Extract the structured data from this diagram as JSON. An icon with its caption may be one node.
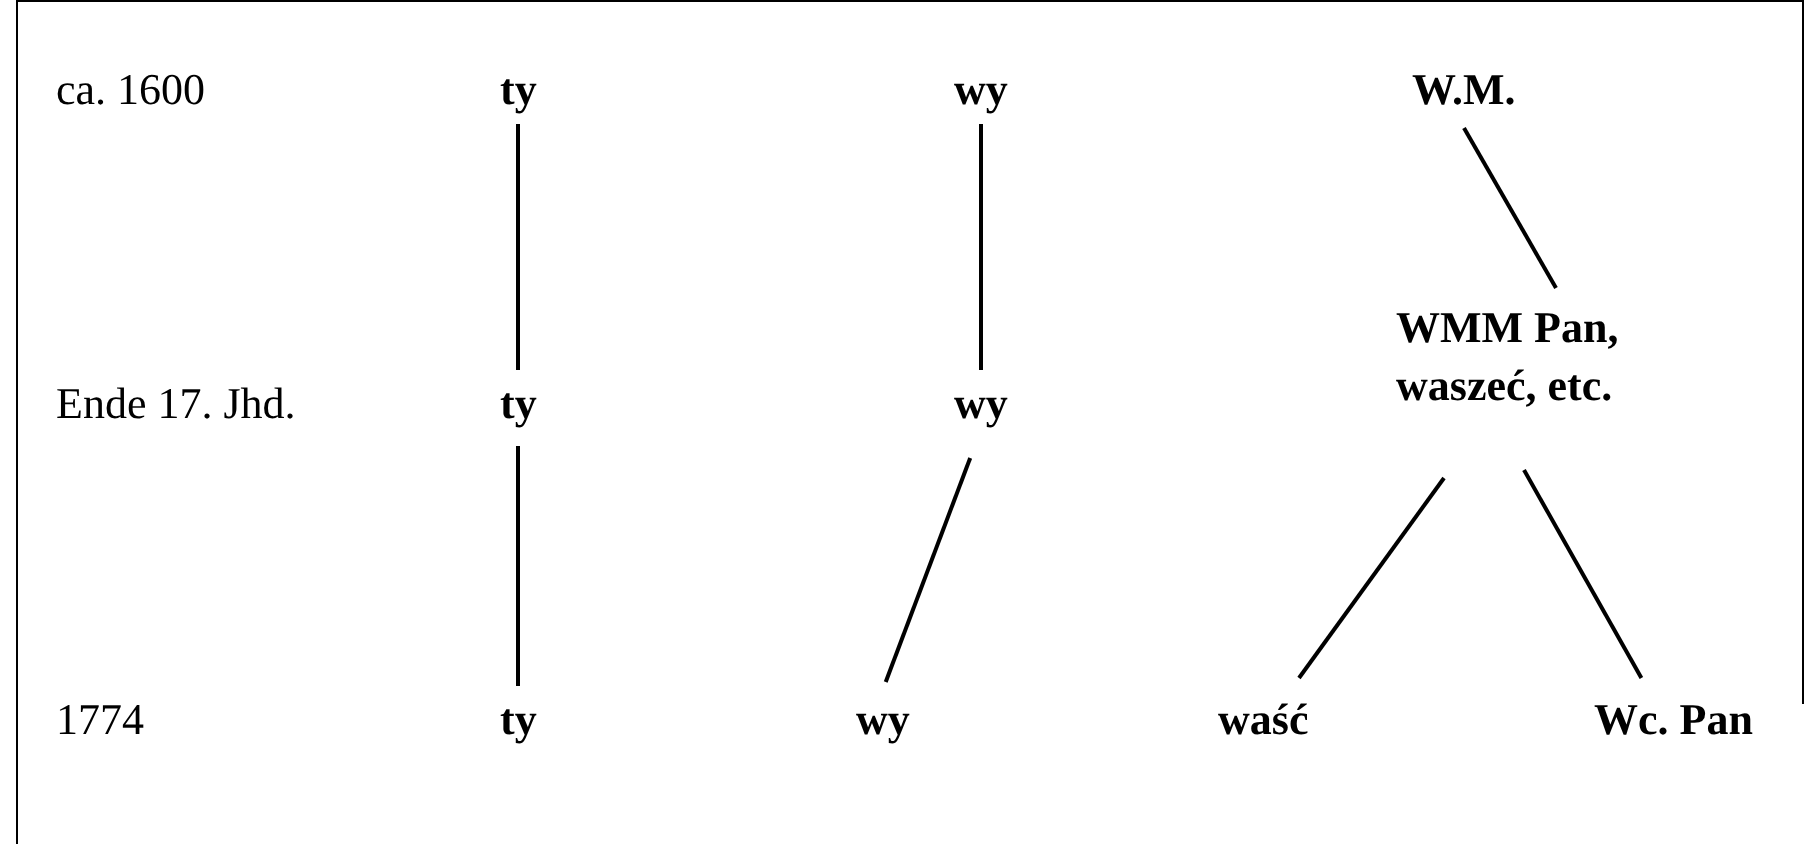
{
  "diagram": {
    "nodes": [
      {
        "text": [
          "ty"
        ]
      },
      {
        "text": [
          "wy"
        ]
      },
      {
        "text": [
          "W.M."
        ]
      },
      {
        "text": [
          "ty"
        ]
      },
      {
        "text": [
          "wy"
        ]
      },
      {
        "text": [
          "WMM Pan, waszeć, etc."
        ]
      },
      {
        "text": [
          "ty"
        ]
      },
      {
        "text": [
          "wy"
        ]
      },
      {
        "text": [
          "waść"
        ]
      },
      {
        "text": [
          "Wc. Pan"
        ]
      }
    ],
    "edges": [
      {
        "from": 0,
        "to": 3,
        "arrow": "none"
      },
      {
        "from": 1,
        "to": 4,
        "arrow": "none"
      },
      {
        "from": 2,
        "to": 5,
        "arrow": "none"
      },
      {
        "from": 3,
        "to": 6,
        "arrow": "none"
      },
      {
        "from": 4,
        "to": 7,
        "arrow": "none"
      },
      {
        "from": 5,
        "to": 8,
        "arrow": "none"
      },
      {
        "from": 5,
        "to": 9,
        "arrow": "none"
      }
    ],
    "labels": [
      "ca. 1600",
      "Ende 17. Jhd.",
      "1774"
    ]
  }
}
